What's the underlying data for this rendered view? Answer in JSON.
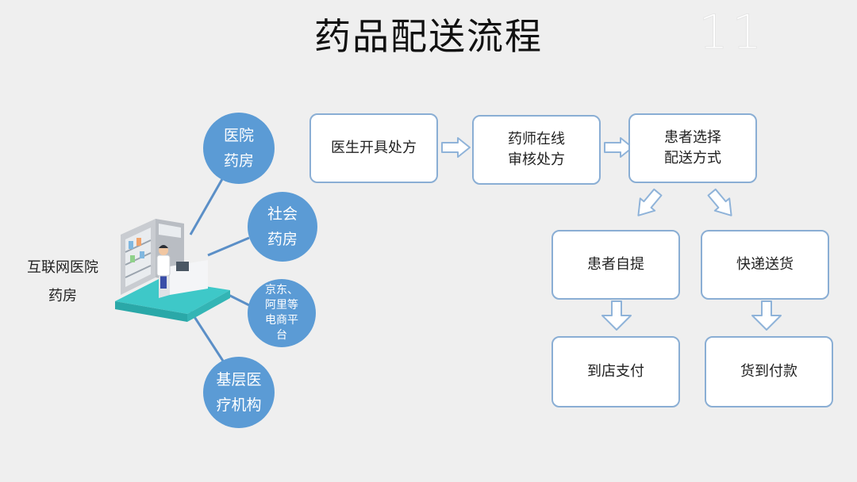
{
  "title": "药品配送流程",
  "page_number": "11",
  "source": {
    "line1": "互联网医院",
    "line2": "药房"
  },
  "channels": [
    {
      "line1": "医院",
      "line2": "药房"
    },
    {
      "line1": "社会",
      "line2": "药房"
    },
    {
      "line1": "京东、",
      "line2": "阿里等",
      "line3": "电商平",
      "line4": "台"
    },
    {
      "line1": "基层医",
      "line2": "疗机构"
    }
  ],
  "flow": {
    "step1": "医生开具处方",
    "step2": {
      "line1": "药师在线",
      "line2": "审核处方"
    },
    "step3": {
      "line1": "患者选择",
      "line2": "配送方式"
    },
    "option_pickup": "患者自提",
    "option_delivery": "快递送货",
    "pay_in_store": "到店支付",
    "cash_on_delivery": "货到付款"
  },
  "colors": {
    "circle_fill": "#5b9bd5",
    "box_border": "#8aaed4",
    "connector": "#5b8fc7",
    "arrow_stroke": "#8fb3d9",
    "background": "#efefef"
  }
}
